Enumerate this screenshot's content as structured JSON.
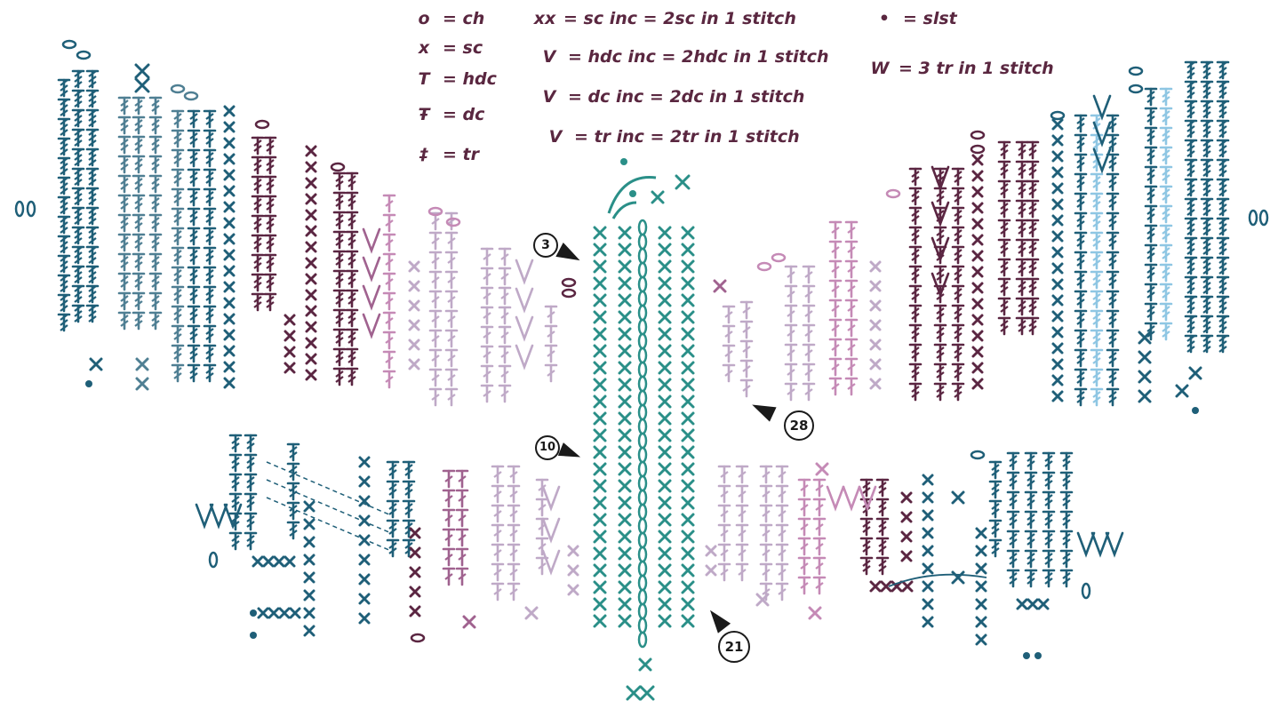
{
  "legend": {
    "ch": {
      "symbol": "o",
      "text": "= ch"
    },
    "sc": {
      "symbol": "x",
      "text": "= sc"
    },
    "hdc": {
      "symbol": "T",
      "text": "= hdc"
    },
    "dc": {
      "symbol": "Ŧ",
      "text": "= dc"
    },
    "tr": {
      "symbol": "‡",
      "text": "= tr"
    },
    "sc_inc": {
      "symbol": "xx",
      "text": "= sc inc = 2sc in 1 stitch"
    },
    "hdc_inc": {
      "symbol": "V",
      "text": "= hdc inc = 2hdc in 1 stitch"
    },
    "dc_inc": {
      "symbol": "V",
      "text": "= dc inc = 2dc in 1 stitch"
    },
    "tr_inc": {
      "symbol": "V",
      "text": "= tr inc = 2tr in 1 stitch"
    },
    "slst": {
      "symbol": "•",
      "text": "= slst"
    },
    "tr3": {
      "symbol": "W",
      "text": "= 3 tr in 1 stitch"
    }
  },
  "row_markers": [
    "3",
    "28",
    "10",
    "21"
  ],
  "colors": {
    "legend": "#5a2740",
    "teal": "#2a8f88",
    "dark_teal": "#1f5f78",
    "slate": "#4f7f93",
    "light_blue": "#8ec6e3",
    "plum": "#5b2642",
    "mauve": "#a0628f",
    "pink": "#c58ab6",
    "lilac": "#bfa9c7"
  }
}
